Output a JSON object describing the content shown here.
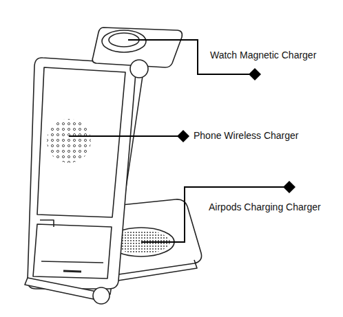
{
  "diagram": {
    "labels": [
      "Watch Magnetic Charger",
      "Phone Wireless Charger",
      "Airpods Charging Charger"
    ]
  }
}
